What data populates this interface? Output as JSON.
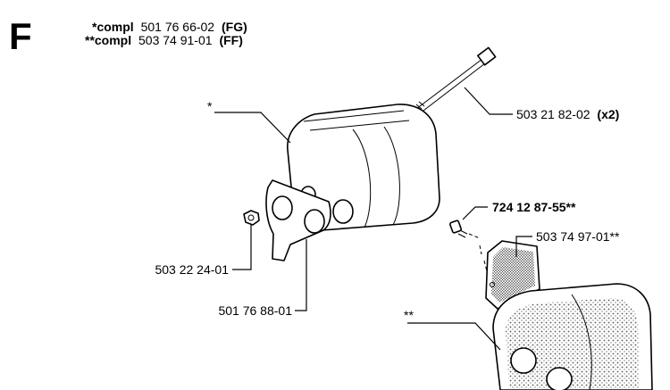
{
  "section_letter": "F",
  "header": {
    "line1": {
      "prefix": "*compl",
      "number": "501 76 66-02",
      "code": "(FG)"
    },
    "line2": {
      "prefix": "**compl",
      "number": "503 74 91-01",
      "code": "(FF)"
    }
  },
  "callouts": {
    "muffler_upper": "*",
    "muffler_lower": "**",
    "bolt": {
      "number": "503 21 82-02",
      "qty": "(x2)"
    },
    "nut": "503 22 24-01",
    "bracket": "501 76 88-01",
    "screw": "724 12 87-55**",
    "screen": "503 74 97-01**"
  }
}
